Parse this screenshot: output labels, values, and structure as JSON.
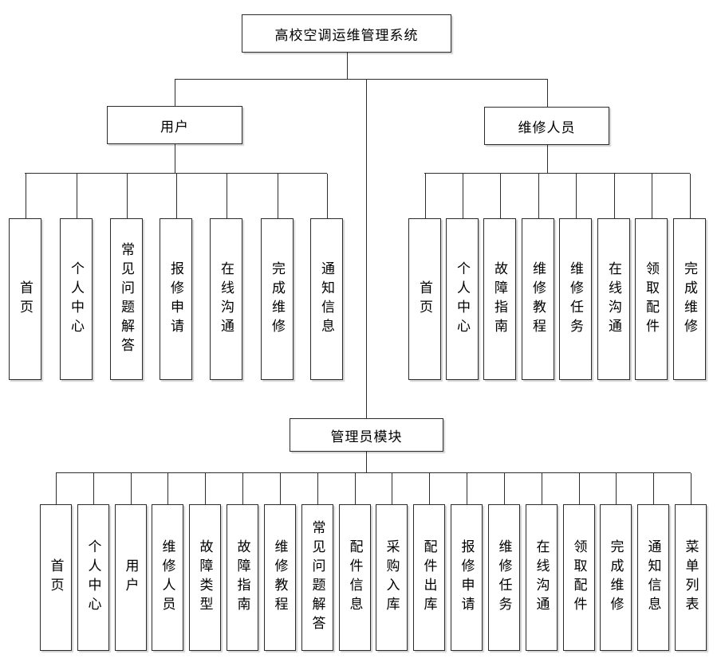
{
  "diagram": {
    "root_label": "高校空调运维管理系统",
    "branches": [
      {
        "label": "用户",
        "children": [
          "首页",
          "个人中心",
          "常见问题解答",
          "报修申请",
          "在线沟通",
          "完成维修",
          "通知信息"
        ]
      },
      {
        "label": "维修人员",
        "children": [
          "首页",
          "个人中心",
          "故障指南",
          "维修教程",
          "维修任务",
          "在线沟通",
          "领取配件",
          "完成维修"
        ]
      },
      {
        "label": "管理员模块",
        "children": [
          "首页",
          "个人中心",
          "用户",
          "维修人员",
          "故障类型",
          "故障指南",
          "维修教程",
          "常见问题解答",
          "配件信息",
          "采购入库",
          "配件出库",
          "报修申请",
          "维修任务",
          "在线沟通",
          "领取配件",
          "完成维修",
          "通知信息",
          "菜单列表"
        ]
      }
    ]
  },
  "colors": {
    "page_background": "#ffffff",
    "box_background": "#ffffff",
    "box_border": "#2b2b2b",
    "connector": "#2e2e2e",
    "text": "#000000"
  }
}
